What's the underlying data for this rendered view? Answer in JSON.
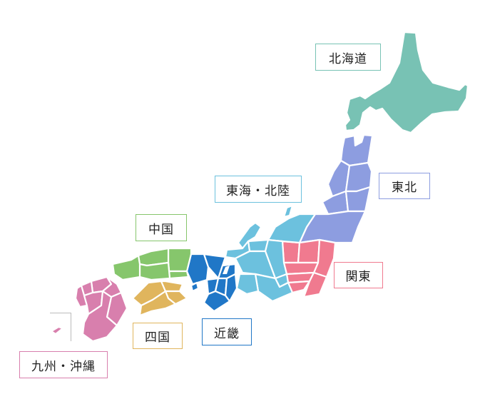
{
  "regions": {
    "hokkaido": {
      "label": "北海道",
      "color": "#78c2b4"
    },
    "tohoku": {
      "label": "東北",
      "color": "#8d9de0"
    },
    "kanto": {
      "label": "関東",
      "color": "#f07a8f"
    },
    "tokai_hokuriku": {
      "label": "東海・北陸",
      "color": "#6cc1de"
    },
    "kinki": {
      "label": "近畿",
      "color": "#2077c7"
    },
    "chugoku": {
      "label": "中国",
      "color": "#86c66c"
    },
    "shikoku": {
      "label": "四国",
      "color": "#e0b55d"
    },
    "kyushu_okinawa": {
      "label": "九州・沖縄",
      "color": "#d87fad"
    }
  }
}
